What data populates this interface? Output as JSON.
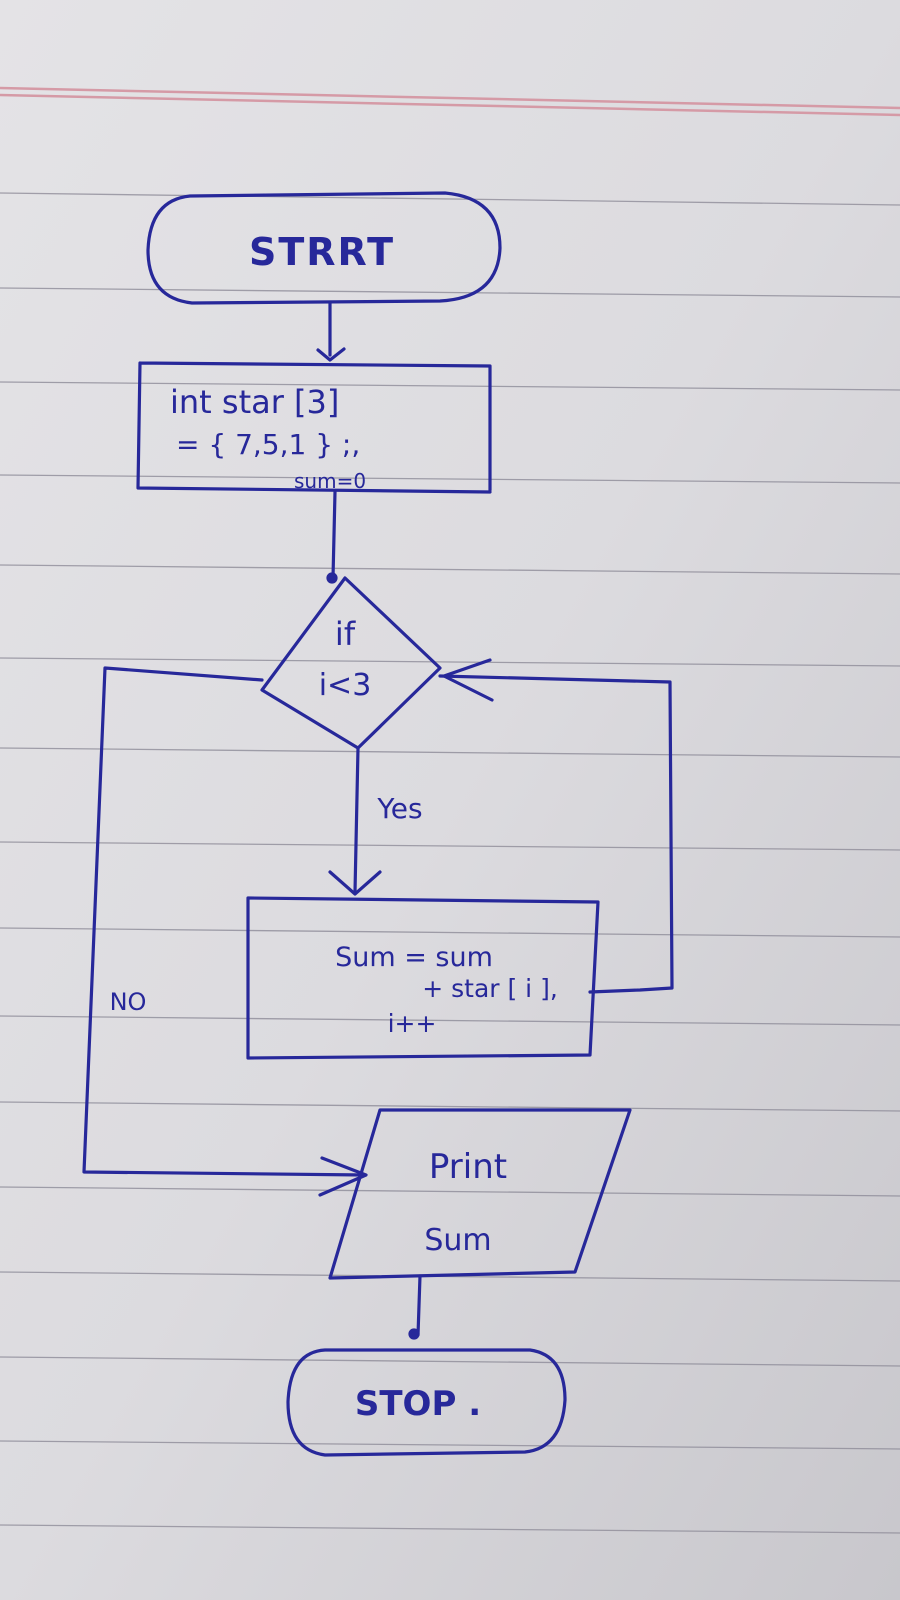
{
  "page": {
    "paper_color": "#dcdbdf",
    "rule_color": "#8e8c99",
    "margin_line_color": "#d59aa6",
    "ink_color": "#27289a"
  },
  "flowchart": {
    "start": {
      "label": "STRRT"
    },
    "init": {
      "line1": "int star [3]",
      "line2": "= { 7,5,1 } ;,",
      "line3": "sum=0"
    },
    "condition": {
      "line1": "if",
      "line2": "i<3"
    },
    "yes_label": "Yes",
    "no_label": "NO",
    "process": {
      "line1": "Sum = sum",
      "line2": "+ star [ i ],",
      "line3": "i++"
    },
    "output": {
      "line1": "Print",
      "line2": "Sum"
    },
    "stop": {
      "label": "STOP ."
    }
  }
}
